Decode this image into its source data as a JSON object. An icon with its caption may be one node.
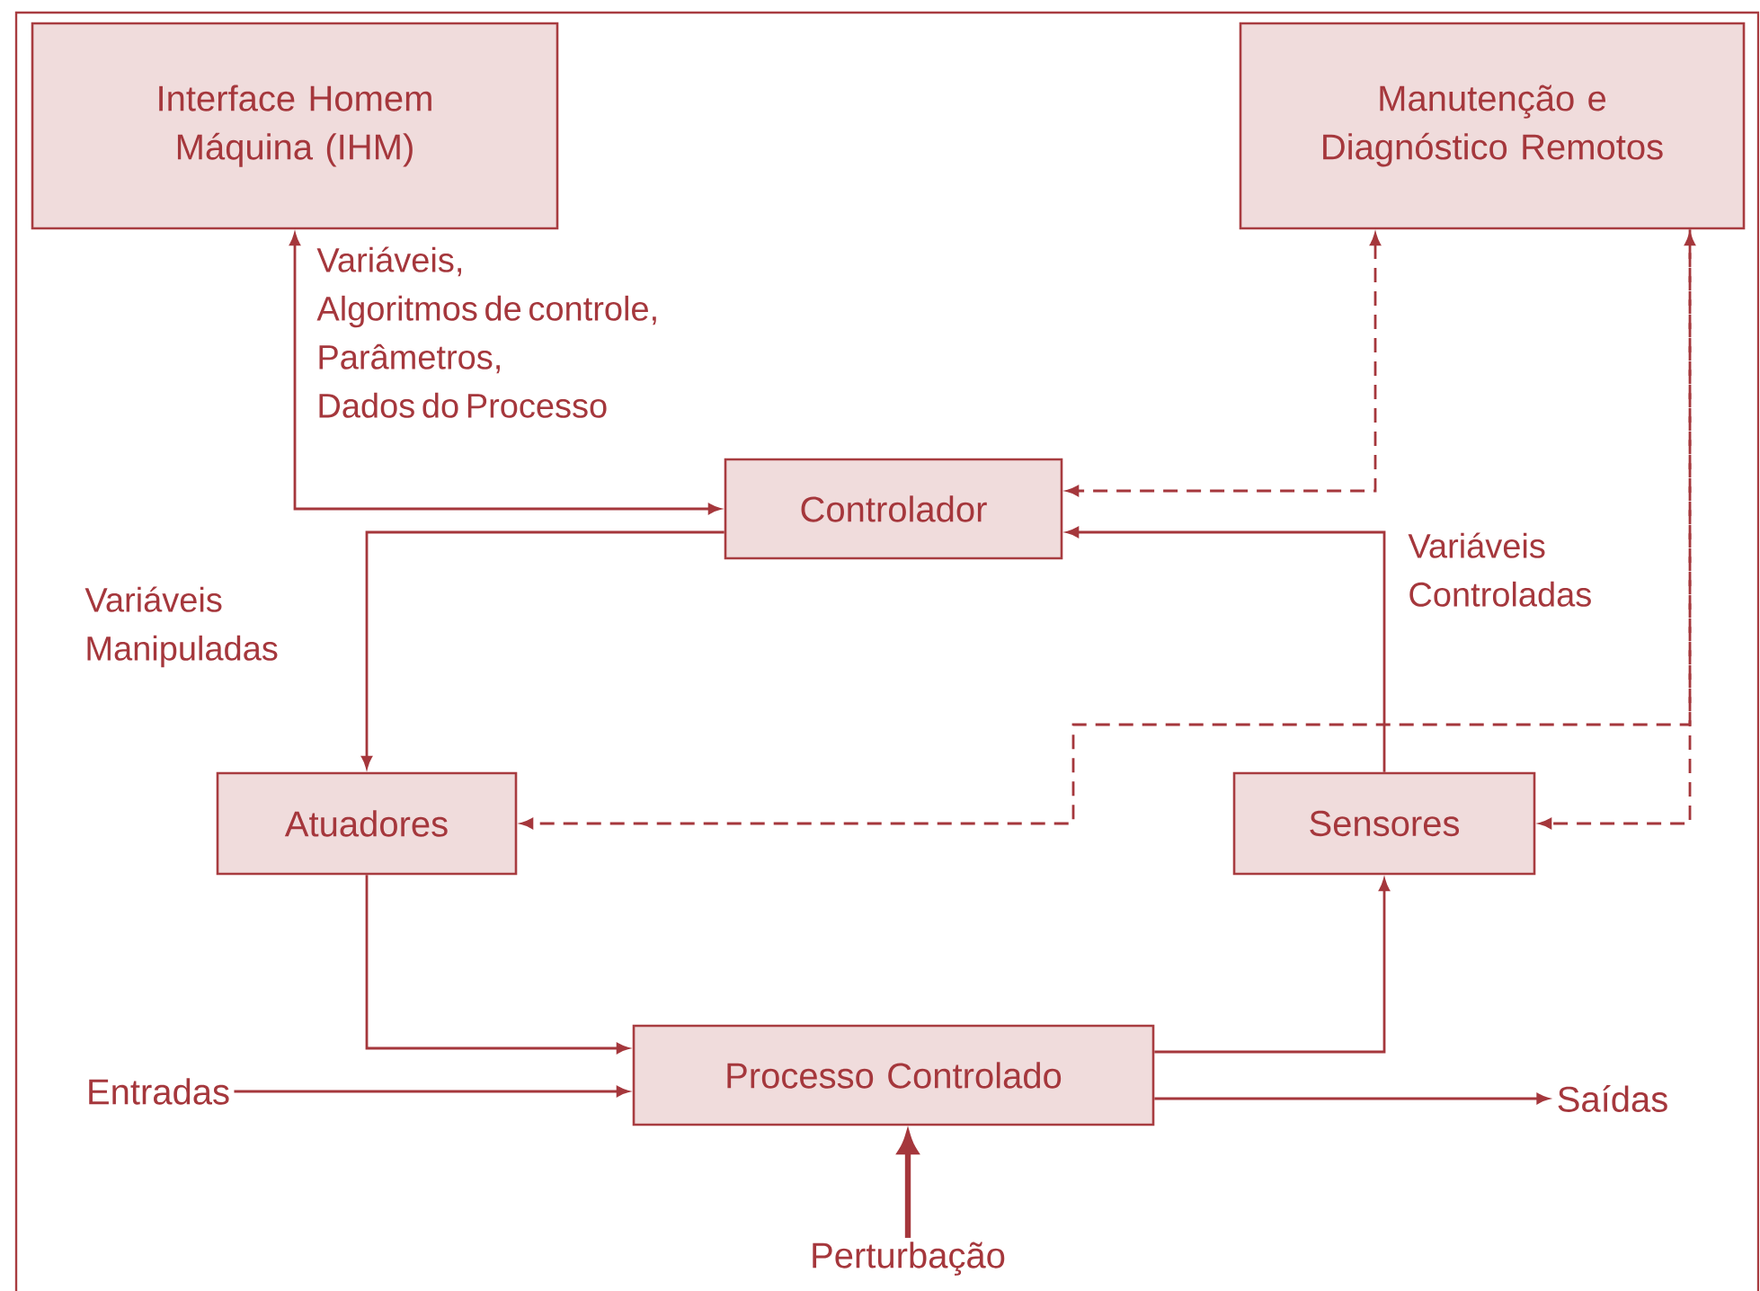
{
  "diagram": {
    "nodes": [
      {
        "text": [
          "Interface Homem Máquina (IHM)"
        ]
      },
      {
        "text": [
          "Manutenção e Diagnóstico Remotos"
        ]
      },
      {
        "text": [
          "Controlador"
        ]
      },
      {
        "text": [
          "Atuadores"
        ]
      },
      {
        "text": [
          "Sensores"
        ]
      },
      {
        "text": [
          "Processo Controlado"
        ]
      },
      {
        "text": [
          "Entradas"
        ]
      },
      {
        "text": [
          "Saídas"
        ]
      },
      {
        "text": [
          "Perturbação"
        ]
      }
    ],
    "edges": [
      {
        "from": 0,
        "to": 2,
        "arrow": "both",
        "label": "Variáveis, Algoritmos de controle, Parâmetros, Dados do Processo"
      },
      {
        "from": 1,
        "to": 2,
        "arrow": "both",
        "style": "dashed"
      },
      {
        "from": 1,
        "to": 4,
        "arrow": "both",
        "style": "dashed"
      },
      {
        "from": 1,
        "to": 3,
        "arrow": "to",
        "style": "dashed"
      },
      {
        "from": 2,
        "to": 3,
        "arrow": "to",
        "label": "Variáveis Manipuladas"
      },
      {
        "from": 4,
        "to": 2,
        "arrow": "to",
        "label": "Variáveis Controladas"
      },
      {
        "from": 3,
        "to": 5,
        "arrow": "to"
      },
      {
        "from": 5,
        "to": 4,
        "arrow": "to"
      },
      {
        "from": 6,
        "to": 5,
        "arrow": "to"
      },
      {
        "from": 5,
        "to": 7,
        "arrow": "to"
      },
      {
        "from": 8,
        "to": 5,
        "arrow": "to",
        "style": "thick"
      }
    ]
  }
}
